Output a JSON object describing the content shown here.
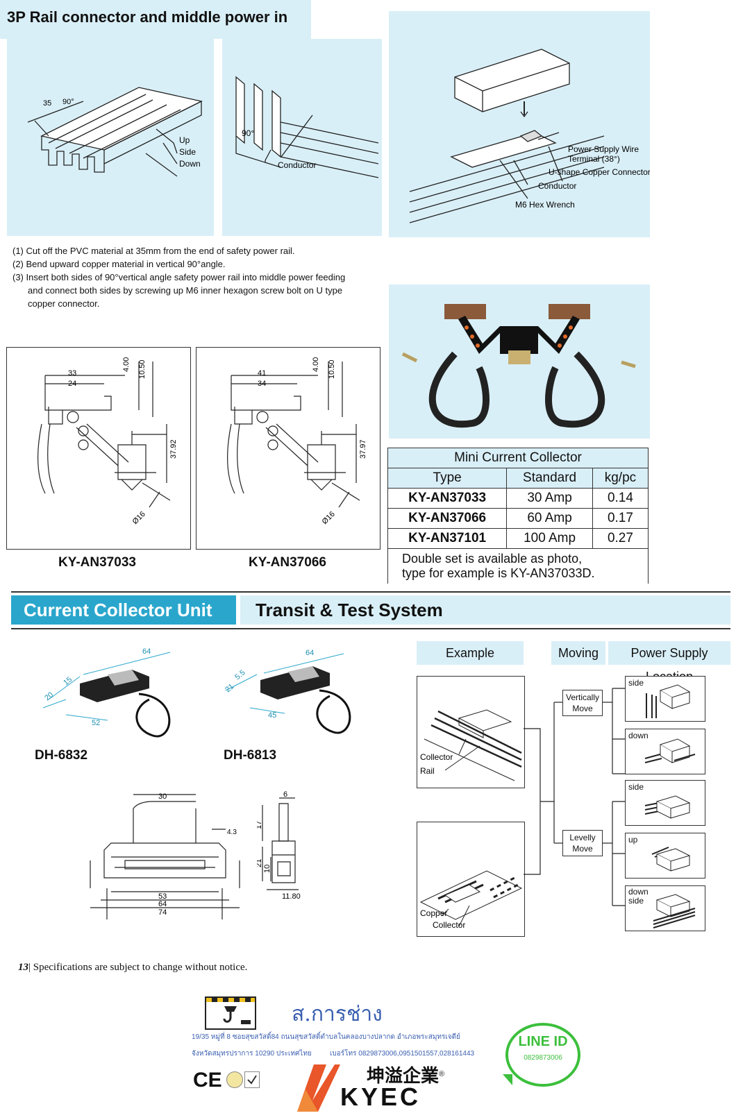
{
  "section1": {
    "title": "3P Rail connector and middle power in",
    "fig1_labels": {
      "dim_a": "35",
      "dim_b": "90°",
      "up": "Up",
      "side": "Side",
      "down": "Down"
    },
    "fig2_labels": {
      "angle": "90°",
      "conductor": "Conductor"
    },
    "fig3_labels": {
      "terminal": "Power Supply Wire",
      "terminal2": "Terminal (38°)",
      "ushape": "U-shape Copper Connector",
      "conductor": "Conductor",
      "wrench": "M6 Hex Wrench"
    },
    "steps": [
      "(1)  Cut off the PVC material at 35mm from the end of safety power rail.",
      "(2)  Bend upward copper material in vertical 90°angle.",
      "(3)  Insert both sides of 90°vertical angle safety power rail into middle power feeding",
      "and connect both sides by screwing up M6 inner hexagon screw bolt on U type",
      "copper connector."
    ]
  },
  "drawings": [
    {
      "model": "KY-AN37033",
      "w1": "33",
      "w2": "24",
      "h1": "4.00",
      "h2": "10.50",
      "h3": "37.92",
      "dia": "Ø16"
    },
    {
      "model": "KY-AN37066",
      "w1": "41",
      "w2": "34",
      "h1": "4.00",
      "h2": "10.50",
      "h3": "37.97",
      "dia": "Ø16"
    }
  ],
  "mini_collector": {
    "title": "Mini Current Collector",
    "headers": [
      "Type",
      "Standard",
      "kg/pc"
    ],
    "rows": [
      [
        "KY-AN37033",
        "30 Amp",
        "0.14"
      ],
      [
        "KY-AN37066",
        "60 Amp",
        "0.17"
      ],
      [
        "KY-AN37101",
        "100 Amp",
        "0.27"
      ]
    ],
    "note1": "Double set is available as photo,",
    "note2": "type for example is KY-AN37033D."
  },
  "section2": {
    "left_title": "Current Collector Unit",
    "right_title": "Transit & Test System",
    "unit1": {
      "model": "DH-6832",
      "d1": "64",
      "d2": "15",
      "d3": "20",
      "d4": "52"
    },
    "unit2": {
      "model": "DH-6813",
      "d1": "64",
      "d2": "5.5",
      "d3": "21",
      "d4": "45"
    },
    "front_dims": {
      "top": "30",
      "a": "4.3",
      "w1": "53",
      "w2": "64",
      "w3": "74"
    },
    "side_dims": {
      "top": "6",
      "h1": "17",
      "h2": "21",
      "h3": "10",
      "bottom": "11.80"
    }
  },
  "transit": {
    "headers": {
      "example": "Example",
      "moving": "Moving",
      "location": "Power Supply Location"
    },
    "example1_labels": [
      "Collector",
      "Rail"
    ],
    "example2_labels": [
      "Copper",
      "Collector"
    ],
    "moves": [
      {
        "line1": "Vertically",
        "line2": "Move"
      },
      {
        "line1": "Levelly",
        "line2": "Move"
      }
    ],
    "locations": [
      {
        "l1": "side",
        "l2": ""
      },
      {
        "l1": "down",
        "l2": ""
      },
      {
        "l1": "side",
        "l2": ""
      },
      {
        "l1": "up",
        "l2": ""
      },
      {
        "l1": "down",
        "l2": "side"
      }
    ]
  },
  "footer": {
    "page": "13",
    "note": "Specifications are subject to change without notice.",
    "shop_name": "ส.การช่าง",
    "addr1": "19/35 หมู่ที่ 8 ซอยสุขสวัสดิ์84 ถนนสุขสวัสดิ์ตำบลในคลองบางปลากด อำเภอพระสมุทรเจดีย์",
    "addr2": "จังหวัดสมุทรปราการ 10290 ประเทศไทย",
    "phone": "เบอร์โทร 0829873006,0951501557,028161443",
    "line_label": "LINE ID",
    "line_id": "0829873006",
    "brand_cn": "坤溢企業",
    "brand": "KYEC",
    "ce": "CE"
  },
  "colors": {
    "panel": "#d9eff7",
    "accent": "#2aa6cc",
    "orange": "#e8562a"
  }
}
